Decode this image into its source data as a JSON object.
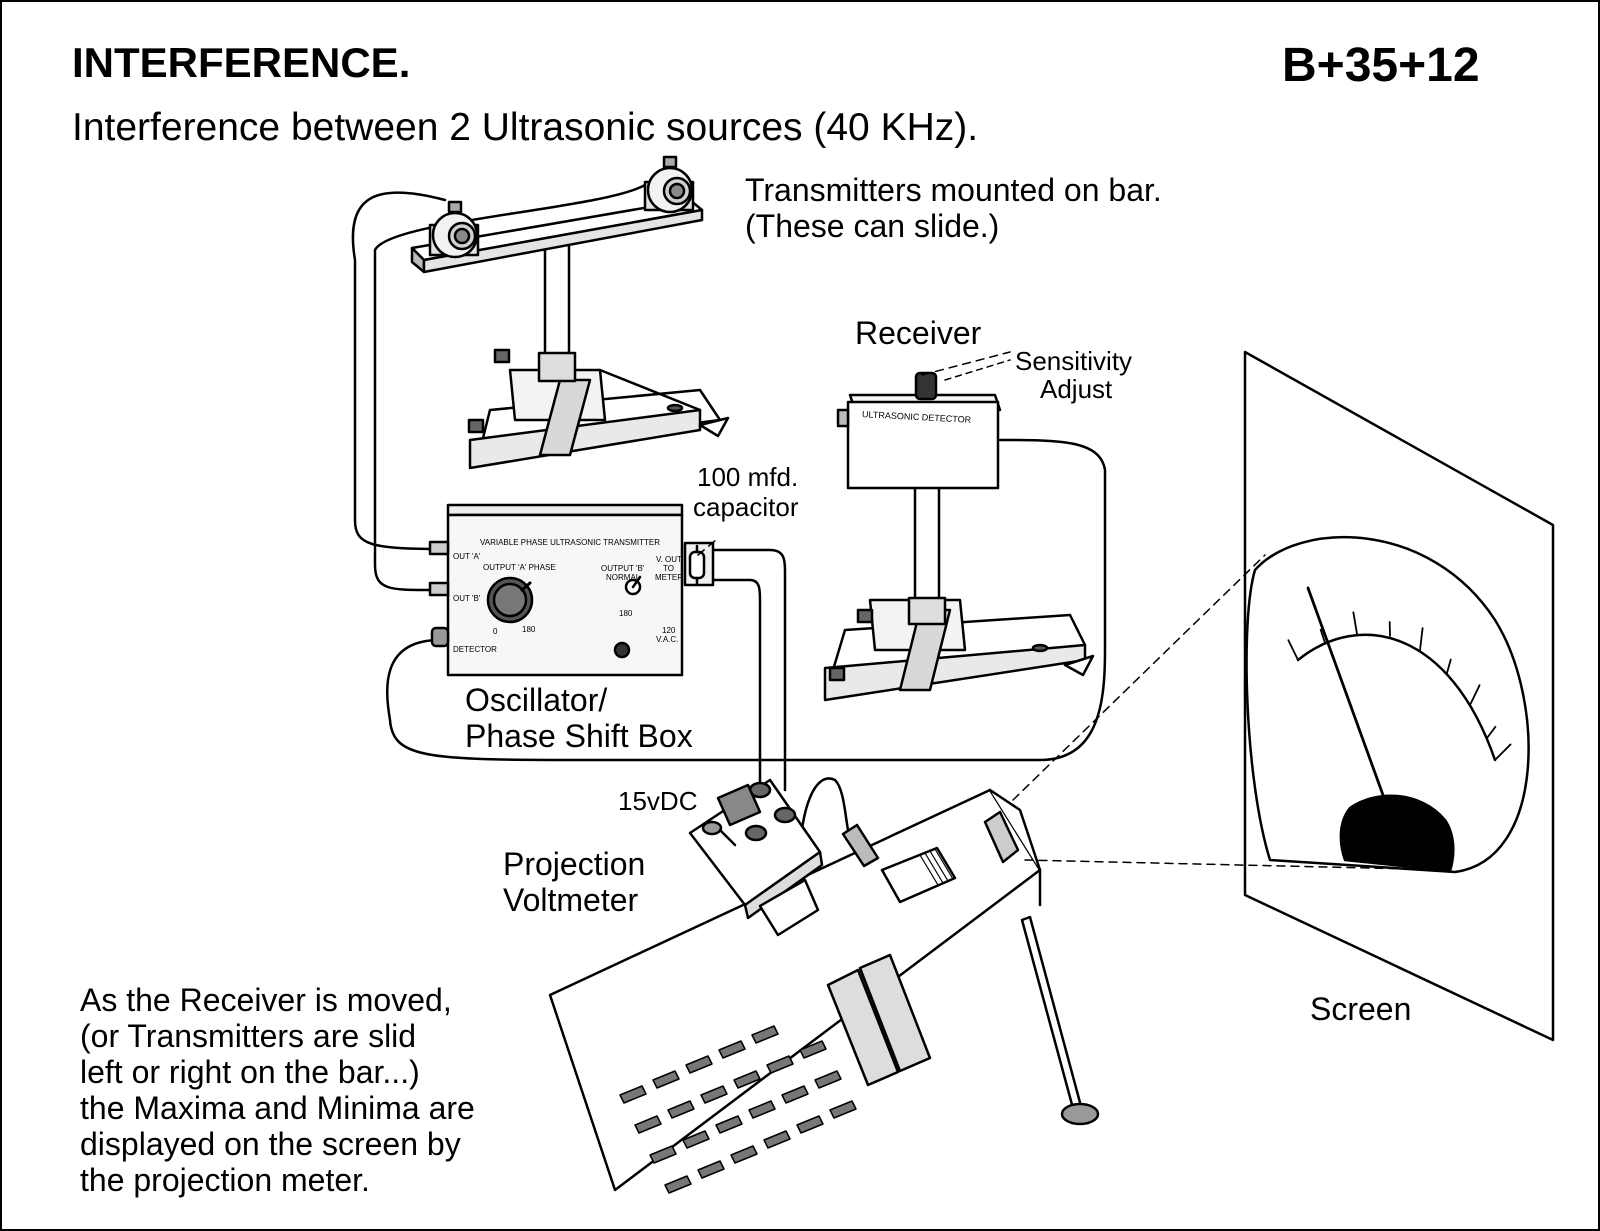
{
  "title": "INTERFERENCE.",
  "code": "B+35+12",
  "subtitle": "Interference between 2 Ultrasonic sources (40 KHz).",
  "labels": {
    "transmitters_line1": "Transmitters mounted on bar.",
    "transmitters_line2": "(These can slide.)",
    "receiver": "Receiver",
    "sensitivity_line1": "Sensitivity",
    "sensitivity_line2": "Adjust",
    "capacitor_line1": "100 mfd.",
    "capacitor_line2": "capacitor",
    "oscillator_line1": "Oscillator/",
    "oscillator_line2": "Phase Shift Box",
    "supply": "15vDC",
    "voltmeter_line1": "Projection",
    "voltmeter_line2": "Voltmeter",
    "screen": "Screen"
  },
  "detector_box": {
    "label": "ULTRASONIC DETECTOR"
  },
  "oscillator_panel": {
    "title": "VARIABLE PHASE ULTRASONIC TRANSMITTER",
    "out_a": "OUT 'A'",
    "out_b": "OUT 'B'",
    "detector": "DETECTOR",
    "phase_label": "OUTPUT 'A' PHASE",
    "phase_min": "0",
    "phase_max": "180",
    "b_label_line1": "OUTPUT 'B'",
    "b_label_line2": "NORMAL",
    "b_label_line3": "180",
    "vout_line1": "V. OUT",
    "vout_line2": "TO",
    "vout_line3": "METER",
    "power_line1": "120",
    "power_line2": "V.A.C."
  },
  "description": [
    "As the Receiver is moved,",
    "(or Transmitters are slid",
    "left or right on the bar...)",
    "the Maxima and Minima are",
    "displayed on the screen by",
    "the projection meter."
  ]
}
